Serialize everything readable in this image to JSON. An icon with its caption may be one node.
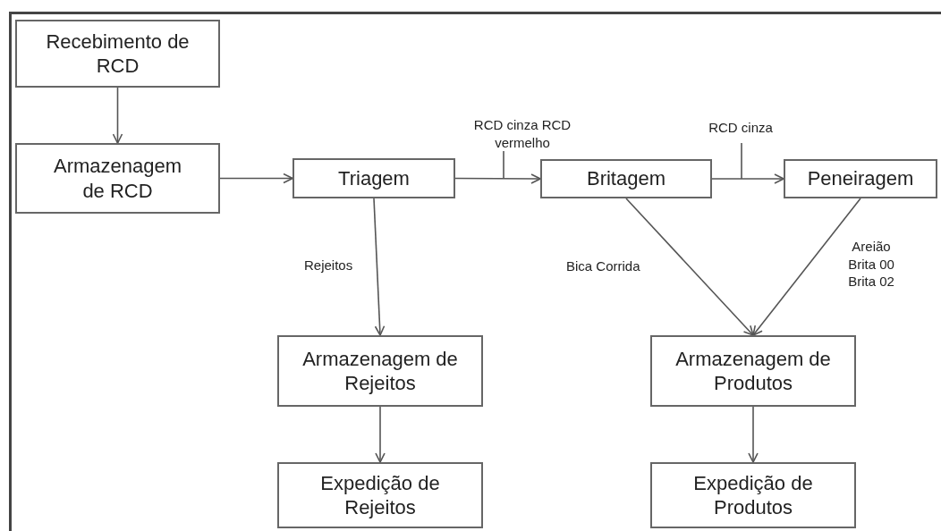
{
  "diagram": {
    "nodes": [
      {
        "text": [
          "Recebimento de RCD"
        ]
      },
      {
        "text": [
          "Armazenagem de RCD"
        ]
      },
      {
        "text": [
          "Triagem"
        ]
      },
      {
        "text": [
          "Britagem"
        ]
      },
      {
        "text": [
          "Peneiragem"
        ]
      },
      {
        "text": [
          "Armazenagem de Rejeitos"
        ]
      },
      {
        "text": [
          "Expedição de Rejeitos"
        ]
      },
      {
        "text": [
          "Armazenagem de Produtos"
        ]
      },
      {
        "text": [
          "Expedição de Produtos"
        ]
      }
    ],
    "edges": [
      {
        "from": 0,
        "to": 1,
        "arrow": "to"
      },
      {
        "from": 1,
        "to": 2,
        "arrow": "to"
      },
      {
        "from": 2,
        "to": 3,
        "arrow": "to",
        "label": "RCD cinza RCD vermelho"
      },
      {
        "from": 3,
        "to": 4,
        "arrow": "to",
        "label": "RCD cinza"
      },
      {
        "from": 2,
        "to": 5,
        "arrow": "to",
        "label": "Rejeitos"
      },
      {
        "from": 3,
        "to": 7,
        "arrow": "to",
        "label": "Bica Corrida"
      },
      {
        "from": 4,
        "to": 7,
        "arrow": "to",
        "label": "Areião Brita 00 Brita 02"
      },
      {
        "from": 5,
        "to": 6,
        "arrow": "to"
      },
      {
        "from": 7,
        "to": 8,
        "arrow": "to"
      }
    ]
  }
}
